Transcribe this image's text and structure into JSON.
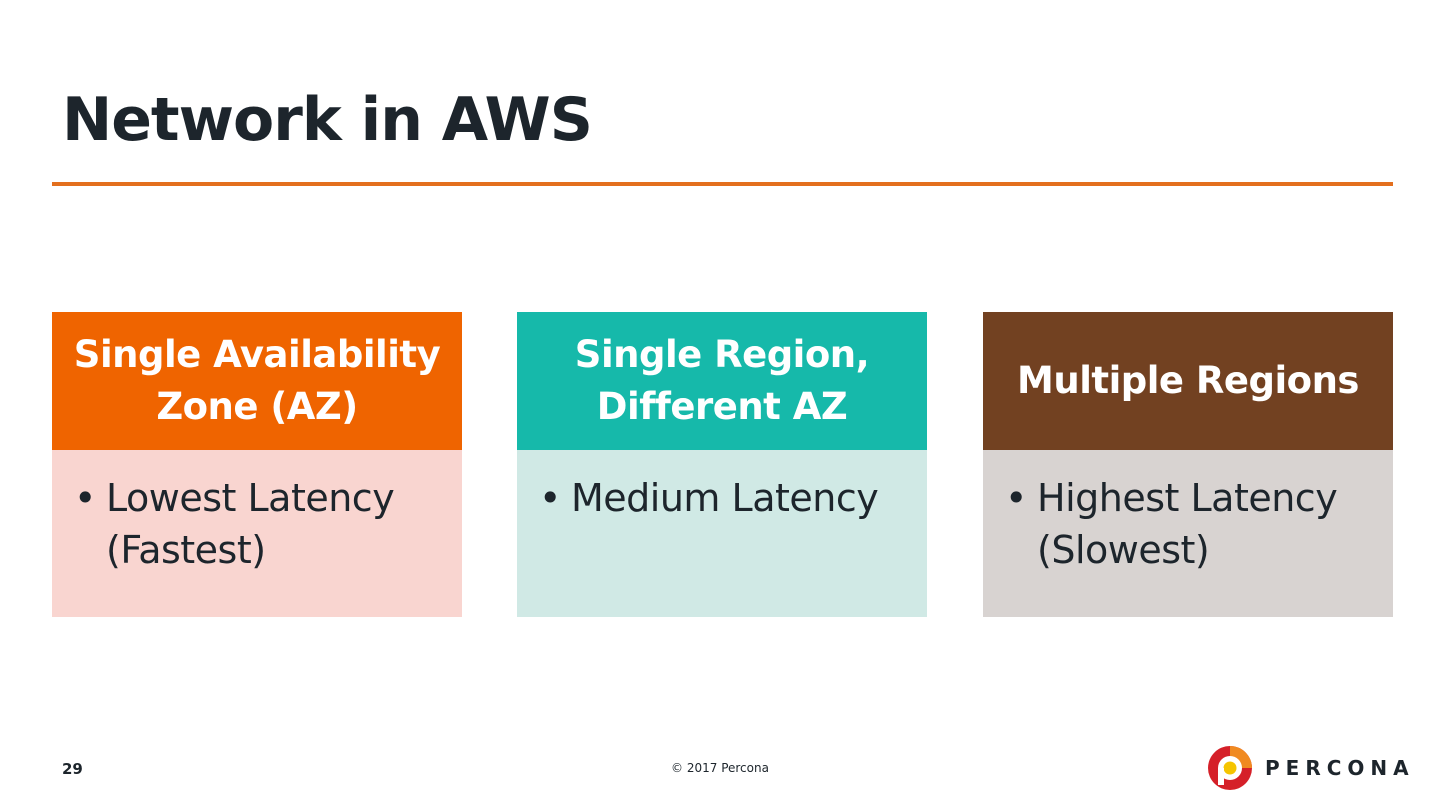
{
  "slide": {
    "title": "Network in AWS",
    "page_number": "29",
    "copyright": "© 2017 Percona",
    "logo_text": "PERCONA",
    "accent_color": "#e36f1e"
  },
  "cards": [
    {
      "heading": "Single Availability Zone (AZ)",
      "bullet": "•",
      "text": "Lowest Latency (Fastest)",
      "head_color": "#ef6400",
      "body_color": "#f9d5d0"
    },
    {
      "heading": "Single Region, Different AZ",
      "bullet": "•",
      "text": "Medium Latency",
      "head_color": "#16b9aa",
      "body_color": "#d0e9e5"
    },
    {
      "heading": "Multiple Regions",
      "bullet": "•",
      "text": "Highest Latency (Slowest)",
      "head_color": "#724121",
      "body_color": "#d8d3d1"
    }
  ]
}
